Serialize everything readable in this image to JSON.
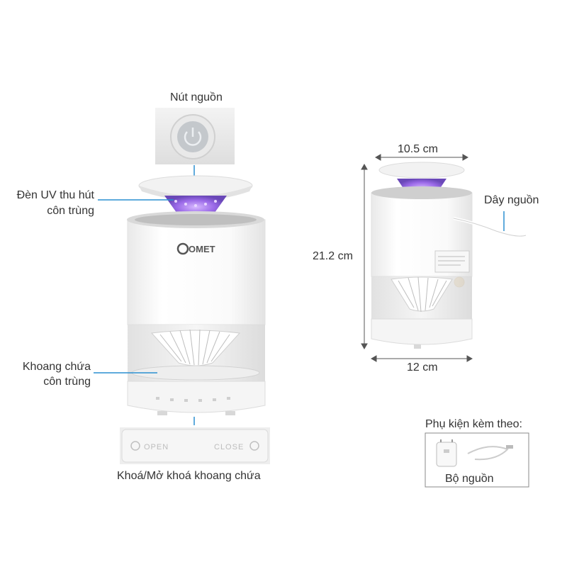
{
  "labels": {
    "power_button": "Nút nguồn",
    "uv_light_line1": "Đèn UV thu hút",
    "uv_light_line2": "côn trùng",
    "chamber_line1": "Khoang chứa",
    "chamber_line2": "côn trùng",
    "lock_unlock": "Khoá/Mở khoá khoang chứa",
    "power_cord": "Dây nguồn",
    "width_top": "10.5 cm",
    "height": "21.2 cm",
    "width_base": "12 cm",
    "accessories_title": "Phụ kiện kèm theo:",
    "adapter": "Bộ nguồn"
  },
  "product": {
    "brand_logo": "COMET",
    "lock_open": "OPEN",
    "lock_close": "CLOSE"
  },
  "colors": {
    "uv_purple": "#a070e8",
    "leader_blue": "#2a8fd0",
    "dimension_gray": "#666666"
  }
}
